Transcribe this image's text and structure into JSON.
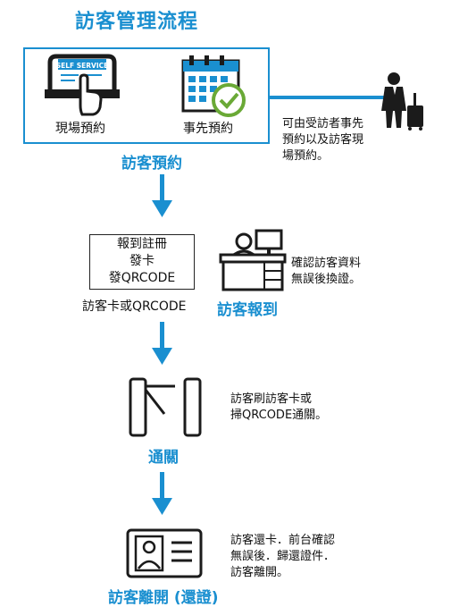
{
  "title": "訪客管理流程",
  "step1": {
    "onsite_label": "現場預約",
    "advance_label": "事先預約",
    "kiosk_text": "SELF SERVICE",
    "name": "訪客預約",
    "note": [
      "可由受訪者事先",
      "預約以及訪客現",
      "場預約。"
    ]
  },
  "step2": {
    "box_lines": [
      "報到註冊",
      "發卡",
      "發QRCODE"
    ],
    "sub_label": "訪客卡或QRCODE",
    "name": "訪客報到",
    "note": [
      "確認訪客資料",
      "無誤後換證。"
    ]
  },
  "step3": {
    "name": "通關",
    "note": [
      "訪客刷訪客卡或",
      "掃QRCODE通關。"
    ]
  },
  "step4": {
    "name": "訪客離開 (還證)",
    "note": [
      "訪客還卡．前台確認",
      "無誤後．歸還證件．",
      "訪客離開。"
    ]
  },
  "colors": {
    "accent": "#1a8fd0",
    "arrow": "#1a8fd0",
    "icon": "#1b1b1b",
    "check": "#6aa936"
  }
}
